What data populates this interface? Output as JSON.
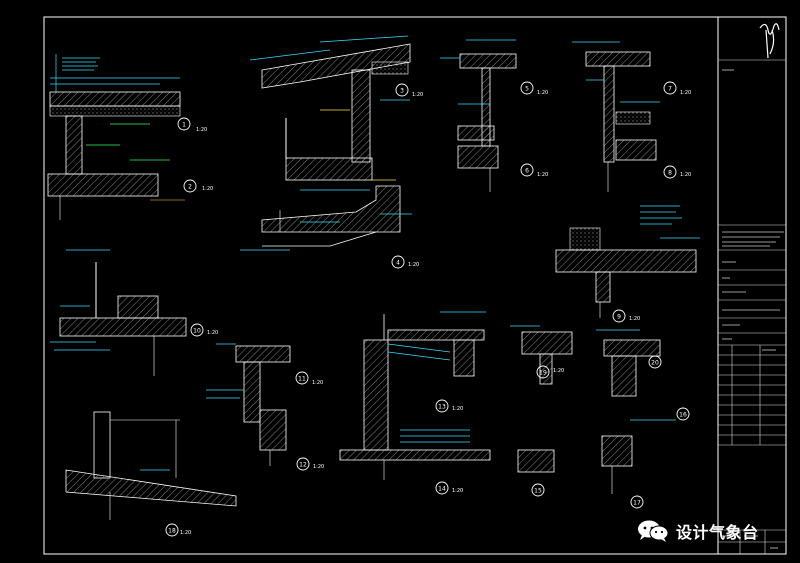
{
  "drawing": {
    "detail_scale_label": "1:20",
    "detail_numbers": [
      "1",
      "2",
      "3",
      "4",
      "5",
      "6",
      "7",
      "8",
      "9",
      "10",
      "11",
      "12",
      "13",
      "14",
      "15",
      "16",
      "17",
      "18",
      "19",
      "20"
    ]
  },
  "watermark": {
    "text": "设计气象台",
    "icon": "wechat-icon"
  },
  "colors": {
    "background": "#000000",
    "line": "#ffffff",
    "cyan": "#33e0ff",
    "green": "#33ff66",
    "yellow": "#ffe030"
  }
}
